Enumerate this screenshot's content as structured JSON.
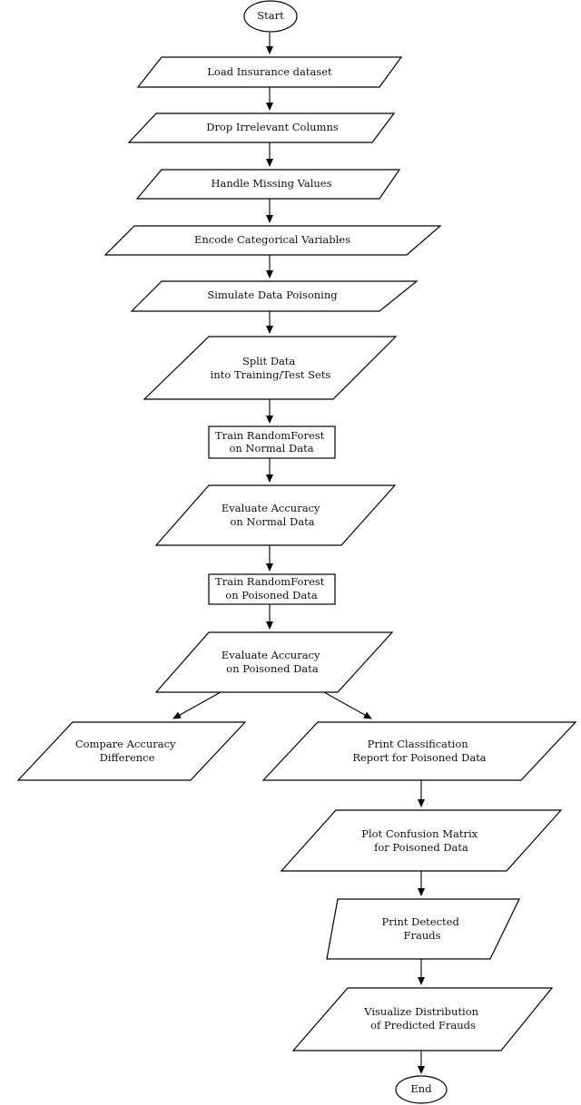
{
  "flowchart": {
    "start": "Start",
    "end": "End",
    "steps": {
      "load": [
        "Load Insurance dataset"
      ],
      "drop": [
        "Drop Irrelevant Columns"
      ],
      "missing": [
        "Handle Missing Values"
      ],
      "encode": [
        "Encode Categorical Variables"
      ],
      "poison": [
        "Simulate Data Poisoning"
      ],
      "split": [
        "Split Data",
        "into Training/Test Sets"
      ],
      "train_normal": [
        "Train RandomForest",
        "on Normal Data"
      ],
      "eval_normal": [
        "Evaluate Accuracy",
        "on Normal Data"
      ],
      "train_poisoned": [
        "Train RandomForest",
        "on Poisoned Data"
      ],
      "eval_poisoned": [
        "Evaluate Accuracy",
        "on Poisoned Data"
      ],
      "compare": [
        "Compare Accuracy",
        "Difference"
      ],
      "report": [
        "Print Classification",
        "Report for Poisoned Data"
      ],
      "confusion": [
        "Plot Confusion Matrix",
        "for Poisoned Data"
      ],
      "detected": [
        "Print Detected",
        "Frauds"
      ],
      "visualize": [
        "Visualize Distribution",
        "of Predicted Frauds"
      ]
    }
  }
}
